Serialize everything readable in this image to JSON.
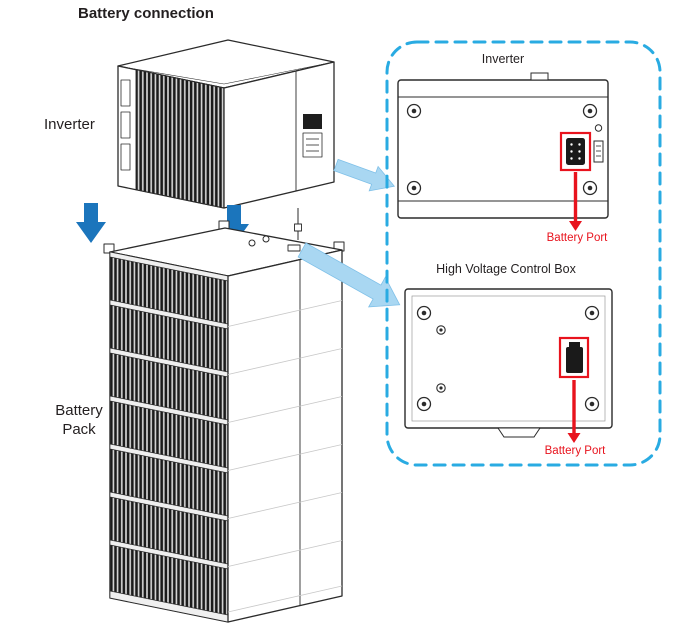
{
  "title": "Battery connection",
  "left_labels": {
    "inverter": "Inverter",
    "battery_pack": "Battery Pack"
  },
  "detail_panel": {
    "inverter_view": {
      "title": "Inverter",
      "port_label": "Battery Port"
    },
    "control_box_view": {
      "title": "High Voltage Control Box",
      "port_label": "Battery Port"
    }
  },
  "icons": {
    "stack_arrow": "down-block-arrow",
    "callout_arrow": "tapered-pointer-arrow",
    "port_arrow": "red-down-arrow"
  },
  "colors": {
    "callout_border": "#29abe2",
    "stack_arrow": "#1b75bc",
    "callout_arrow_fill": "#a9d7f2",
    "highlight_red": "#e8131d",
    "line_art": "#2b2b2b",
    "text": "#231f20"
  }
}
